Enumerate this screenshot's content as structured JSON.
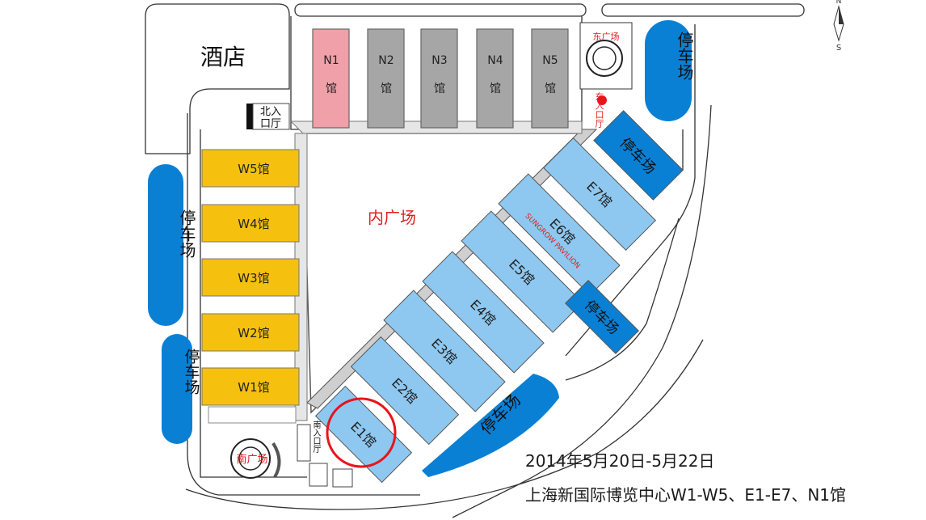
{
  "compass": {
    "north": "N",
    "south": "S"
  },
  "hotel": "酒店",
  "inner_plaza": "内广场",
  "north_halls": [
    {
      "name": "N1",
      "suffix": "馆",
      "color": "#f0a0a8"
    },
    {
      "name": "N2",
      "suffix": "馆",
      "color": "#a6a6a6"
    },
    {
      "name": "N3",
      "suffix": "馆",
      "color": "#a6a6a6"
    },
    {
      "name": "N4",
      "suffix": "馆",
      "color": "#a6a6a6"
    },
    {
      "name": "N5",
      "suffix": "馆",
      "color": "#a6a6a6"
    }
  ],
  "west_halls": [
    "W5馆",
    "W4馆",
    "W3馆",
    "W2馆",
    "W1馆"
  ],
  "east_halls": [
    "E1馆",
    "E2馆",
    "E3馆",
    "E4馆",
    "E5馆",
    "E6馆",
    "E7馆"
  ],
  "sungrow": "SUNGROW PAVILION",
  "parking": "停车场",
  "entrances": {
    "north": [
      "北入",
      "口厅"
    ],
    "east": "东入口厅",
    "south": "南入口厅"
  },
  "plazas": {
    "east": "东广场",
    "south": "南广场"
  },
  "caption": {
    "date": "2014年5月20日-5月22日",
    "title": "上海新国际博览中心W1-W5、E1-E7、N1馆"
  },
  "colors": {
    "west_hall": "#f5c10e",
    "east_hall": "#8ec8f0",
    "parking": "#0a80d4",
    "highlight": "#e8141c",
    "text_red": "#e02020",
    "n1": "#f0a0a8",
    "grey_hall": "#a6a6a6"
  },
  "highlighted_hall": "E1馆"
}
